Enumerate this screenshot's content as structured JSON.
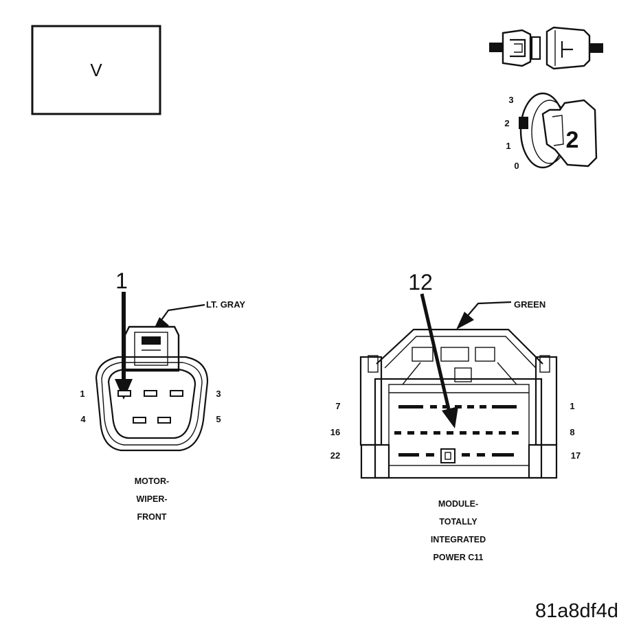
{
  "meter": {
    "label": "V"
  },
  "ignition_switch": {
    "positions": [
      "3",
      "2",
      "1",
      "0"
    ],
    "selected": "2"
  },
  "connector_left": {
    "callout_number": "1",
    "color_label": "LT. GRAY",
    "pin_labels": {
      "top_left": "1",
      "top_right": "3",
      "bottom_left": "4",
      "bottom_right": "5"
    },
    "caption": [
      "MOTOR-",
      "WIPER-",
      "FRONT"
    ]
  },
  "connector_right": {
    "callout_number": "12",
    "color_label": "GREEN",
    "pin_labels": {
      "row1_left": "7",
      "row1_right": "1",
      "row2_left": "16",
      "row2_right": "8",
      "row3_left": "22",
      "row3_right": "17"
    },
    "caption": [
      "MODULE-",
      "TOTALLY",
      "INTEGRATED",
      "POWER C11"
    ]
  },
  "figure_id": "81a8df4d"
}
